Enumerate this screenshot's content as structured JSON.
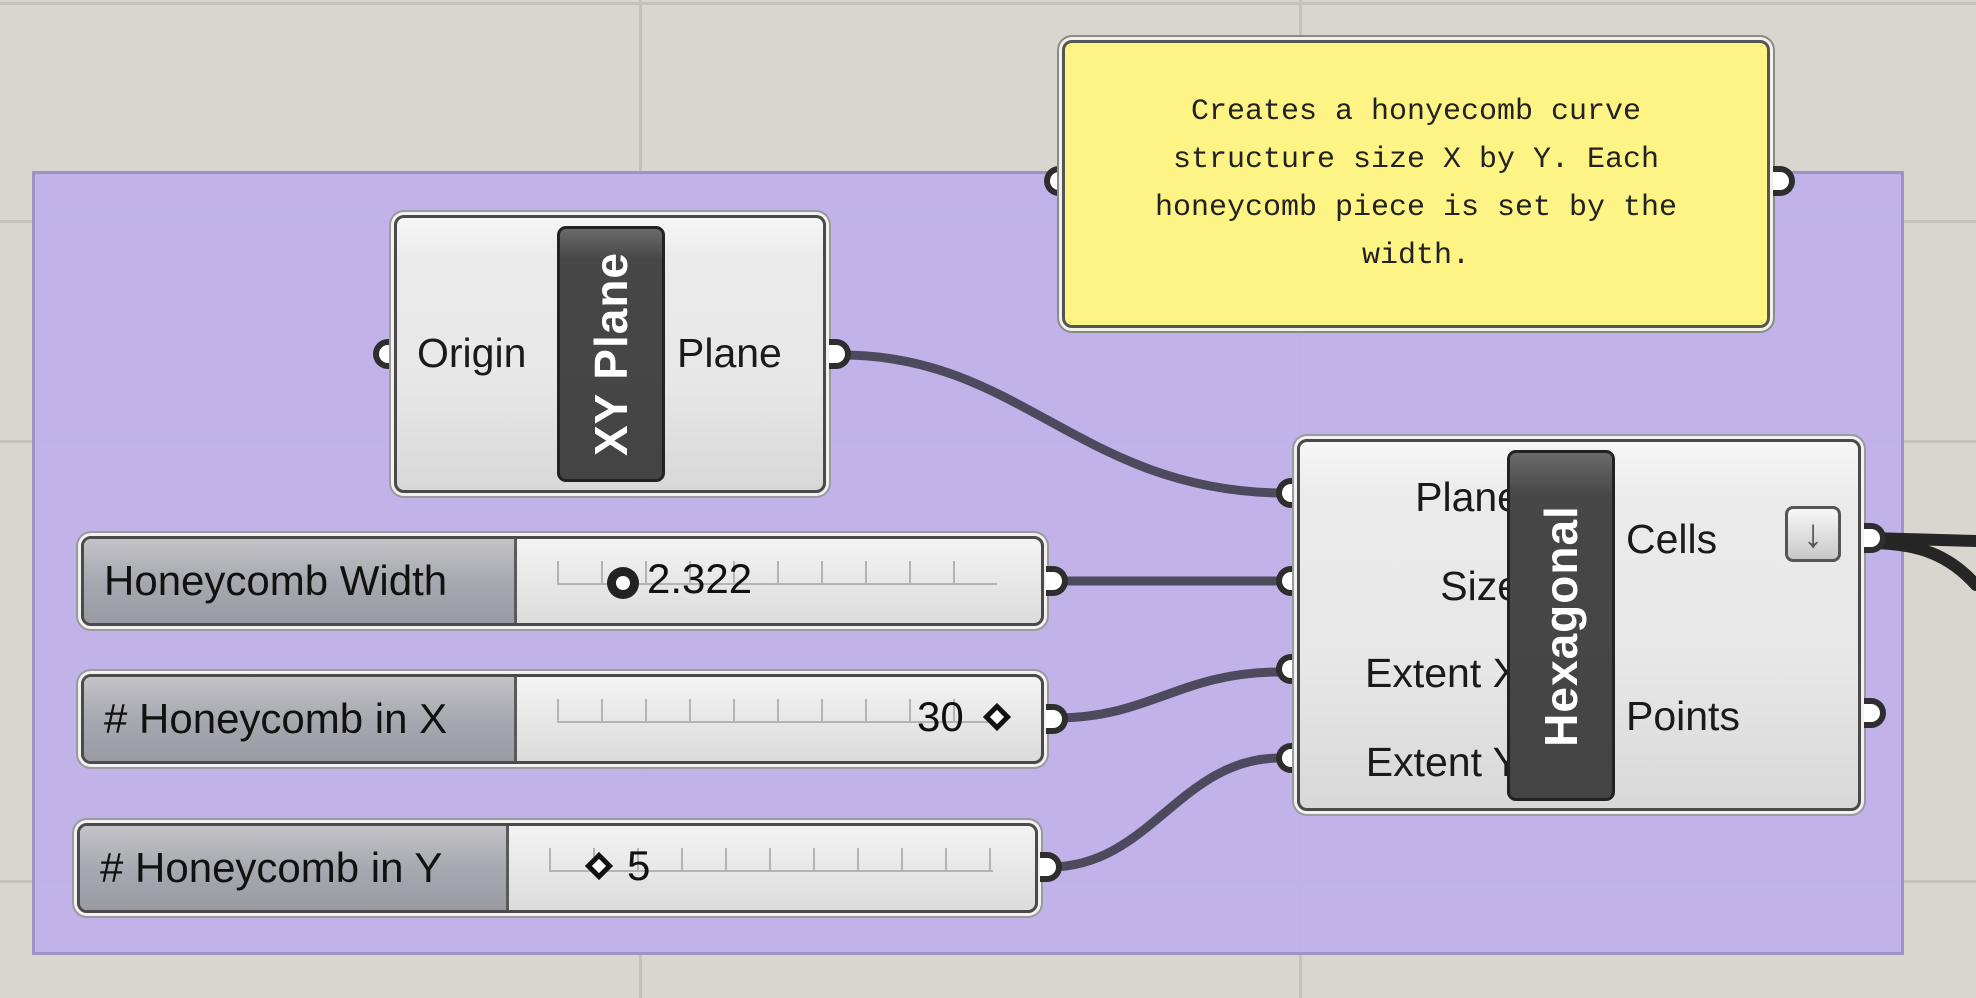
{
  "canvas": {
    "note_text": "Creates a honyecomb curve\nstructure size X by Y. Each\nhoneycomb piece is set by the\nwidth."
  },
  "xy_plane": {
    "title": "XY Plane",
    "input": "Origin",
    "output": "Plane"
  },
  "sliders": [
    {
      "label": "Honeycomb Width",
      "value": "2.322"
    },
    {
      "label": "# Honeycomb in X",
      "value": "30"
    },
    {
      "label": "# Honeycomb in Y",
      "value": "5"
    }
  ],
  "hexagonal": {
    "title": "Hexagonal",
    "inputs": [
      "Plane",
      "Size",
      "Extent X",
      "Extent Y"
    ],
    "outputs": [
      "Cells",
      "Points"
    ],
    "cells_dropdown_icon": "arrow-down-icon"
  },
  "colors": {
    "group_fill": "#bfb1ec",
    "note_fill": "#fdf485",
    "wire": "#4e4a5e",
    "canvas": "#d9d6cf"
  }
}
